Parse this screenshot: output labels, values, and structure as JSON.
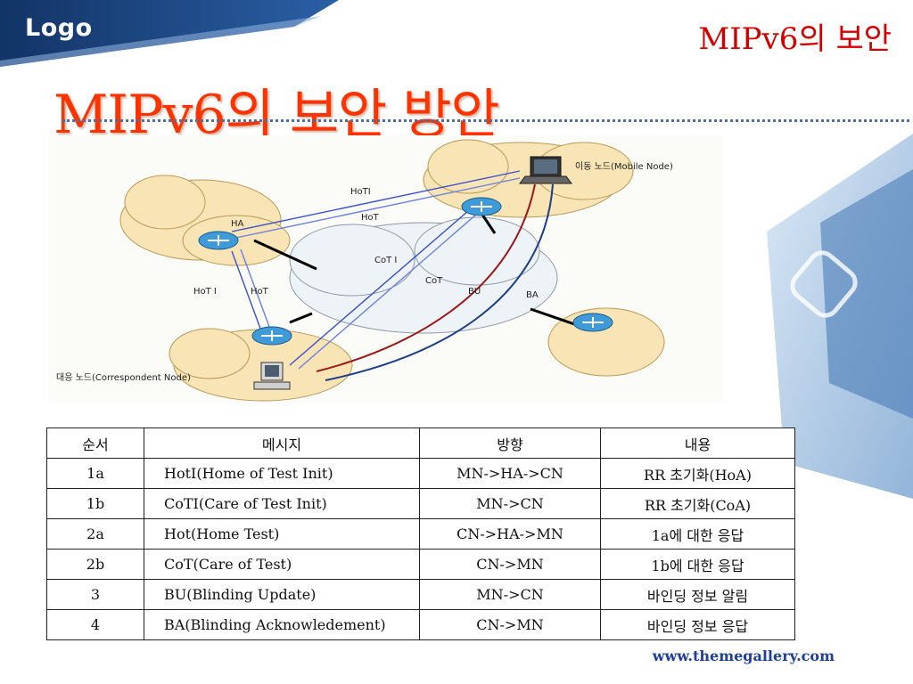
{
  "slide": {
    "logo_text": "Logo",
    "header_title": "MIPv6의 보안",
    "title": "MIPv6의 보안 방안",
    "footer_url": "www.themegallery.com",
    "colors": {
      "title_red": "#ff3300",
      "header_red": "#d40000",
      "banner_blue": "#1b3f7a",
      "cloud_fill": "#f8e4b4",
      "url_blue": "#1f3f9c"
    }
  },
  "diagram": {
    "mobile_node_label": "이동 노드(Mobile Node)",
    "correspondent_node_label": "대응 노드(Correspondent Node)",
    "ha_label": "HA",
    "messages": {
      "hoti_top": "HoTI",
      "hot_top": "HoT",
      "coti": "CoT I",
      "cot": "CoT",
      "bu": "BU",
      "ba": "BA",
      "hoti_left": "HoT I",
      "hot_left": "HoT"
    },
    "icons": [
      "router-icon",
      "laptop-icon",
      "desktop-computer-icon",
      "cloud-network-icon"
    ]
  },
  "table": {
    "headers": [
      "순서",
      "메시지",
      "방향",
      "내용"
    ],
    "rows": [
      [
        "1a",
        "HotI(Home of Test Init)",
        "MN->HA->CN",
        "RR 초기화(HoA)"
      ],
      [
        "1b",
        "CoTI(Care of Test Init)",
        "MN->CN",
        "RR 초기화(CoA)"
      ],
      [
        "2a",
        "Hot(Home Test)",
        "CN->HA->MN",
        "1a에 대한 응답"
      ],
      [
        "2b",
        "CoT(Care of Test)",
        "CN->MN",
        "1b에 대한 응답"
      ],
      [
        "3",
        "BU(Blinding Update)",
        "MN->CN",
        "바인딩 정보 알림"
      ],
      [
        "4",
        "BA(Blinding Acknowledement)",
        "CN->MN",
        "바인딩 정보 응답"
      ]
    ]
  }
}
